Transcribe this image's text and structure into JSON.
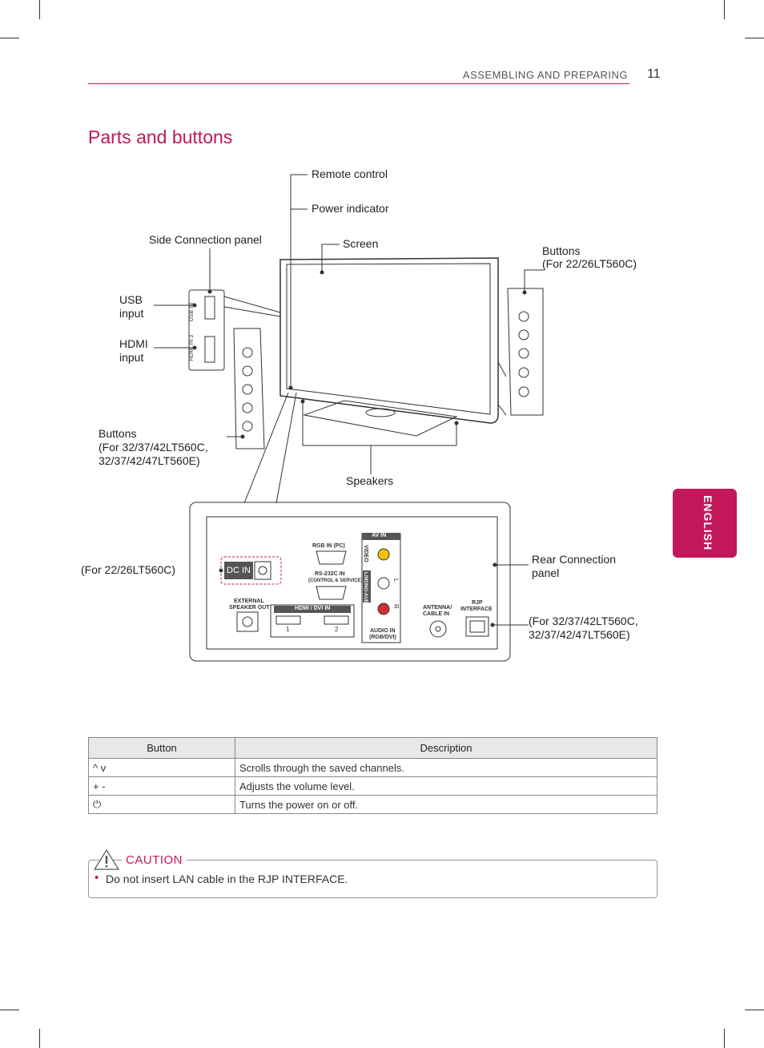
{
  "header": {
    "section": "ASSEMBLING AND PREPARING",
    "page": "11"
  },
  "title": "Parts and buttons",
  "side_tab": "ENGLISH",
  "labels": {
    "remote": "Remote control",
    "power": "Power indicator",
    "side_panel": "Side Connection panel",
    "screen": "Screen",
    "buttons_small_1": "Buttons",
    "buttons_small_2": "(For 22/26LT560C)",
    "usb_1": "USB",
    "usb_2": "input",
    "hdmi_1": "HDMI",
    "hdmi_2": "input",
    "buttons_big_1": "Buttons",
    "buttons_big_2": "(For 32/37/42LT560C,",
    "buttons_big_3": "32/37/42/47LT560E)",
    "speakers": "Speakers",
    "for_small": "(For 22/26LT560C)",
    "rear_1": "Rear Connection",
    "rear_2": "panel",
    "for_big_1": "(For 32/37/42LT560C,",
    "for_big_2": "32/37/42/47LT560E)"
  },
  "rear_panel": {
    "dc_in": "DC IN",
    "rgb_in": "RGB IN (PC)",
    "rs232": "RS-232C IN",
    "rs232_sub": "(CONTROL & SERVICE)",
    "ext_speaker_1": "EXTERNAL",
    "ext_speaker_2": "SPEAKER OUT",
    "hdmi_dvi": "HDMI / DVI IN",
    "hdmi_1": "1",
    "hdmi_2": "2",
    "av_in": "AV IN",
    "video": "VIDEO",
    "mono_audio": "L/MONO-AUDIO-R",
    "l": "L",
    "r": "R",
    "audio_in_1": "AUDIO IN",
    "audio_in_2": "(RGB/DVI)",
    "antenna_1": "ANTENNA/",
    "antenna_2": "CABLE IN",
    "rjp_1": "RJP",
    "rjp_2": "INTERFACE"
  },
  "side_panel": {
    "usb_in": "USB IN",
    "hdmi_in": "HDMI IN 3"
  },
  "table": {
    "headers": [
      "Button",
      "Description"
    ],
    "rows": [
      {
        "button": "^  v",
        "description": "Scrolls through the saved channels."
      },
      {
        "button": "+  -",
        "description": "Adjusts the volume level."
      },
      {
        "button": "⏻",
        "description": "Turns the power on or off."
      }
    ]
  },
  "caution": {
    "label": "CAUTION",
    "text": "Do not insert LAN cable in the RJP INTERFACE."
  }
}
